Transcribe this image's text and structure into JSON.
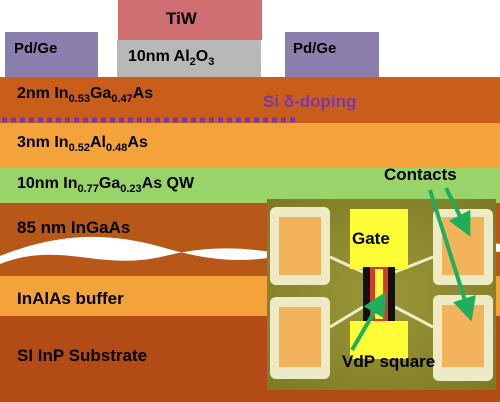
{
  "colors": {
    "substrate": "#b34b16",
    "buffer": "#f3a33a",
    "channel": "#b85818",
    "qw": "#99d46a",
    "barrier": "#f3a33a",
    "cap": "#c85e1a",
    "contact": "#8b7fae",
    "oxide": "#b8b8b8",
    "gate": "#cf6f74",
    "doping": "#7b36a8",
    "arrow": "#1fae5a",
    "photo_bg": "#8e8b2e",
    "photo_pad": "#f3b35c",
    "photo_metal": "#fffd35"
  },
  "gate_stack": {
    "gate_label": "TiW",
    "oxide_label_prefix": "10nm Al",
    "oxide_sub_1": "2",
    "oxide_label_mid": "O",
    "oxide_sub_2": "3"
  },
  "contacts": {
    "left_label": "Pd/Ge",
    "right_label": "Pd/Ge"
  },
  "layers": {
    "cap": {
      "prefix": "2nm In",
      "sub1": "0.53",
      "mid": "Ga",
      "sub2": "0.47",
      "suffix": "As"
    },
    "barrier": {
      "prefix": "3nm In",
      "sub1": "0.52",
      "mid": "Al",
      "sub2": "0.48",
      "suffix": "As"
    },
    "qw": {
      "prefix": "10nm In",
      "sub1": "0.77",
      "mid": "Ga",
      "sub2": "0.23",
      "suffix": "As QW"
    },
    "channel": "85 nm InGaAs",
    "buffer": "InAlAs buffer",
    "substrate": "SI InP Substrate"
  },
  "doping_label": "Si δ-doping",
  "photo": {
    "contacts_label": "Contacts",
    "gate_label": "Gate",
    "vdp_label": "VdP square"
  }
}
